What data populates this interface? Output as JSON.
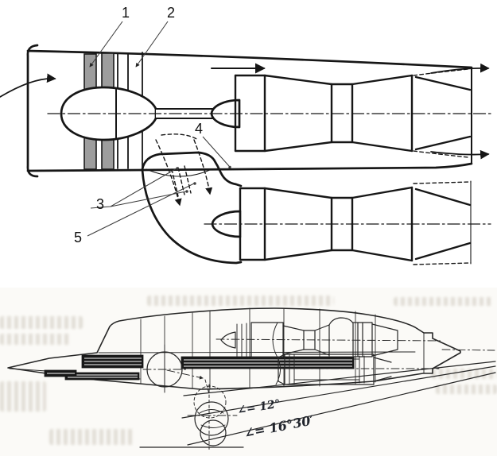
{
  "figure": {
    "kind": "technical-line-drawing",
    "ink_color": "#161616",
    "background_color": "#ffffff",
    "fan_stage_fill": "#9d9d9d"
  },
  "schematic": {
    "callouts": [
      {
        "label": "1"
      },
      {
        "label": "2"
      },
      {
        "label": "3"
      },
      {
        "label": "4"
      },
      {
        "label": "5"
      }
    ]
  },
  "profile": {
    "annotations": [
      {
        "label": "∠= 12°"
      },
      {
        "label": "∠= 16°30′"
      }
    ]
  }
}
